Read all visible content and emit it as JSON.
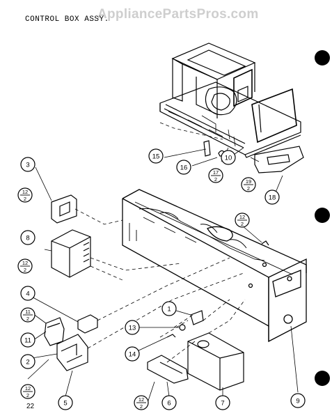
{
  "title": "CONTROL BOX ASSY.",
  "watermark": "AppliancePartsPros.com",
  "page_number": "22",
  "callouts": [
    {
      "id": "c1",
      "label": "1"
    },
    {
      "id": "c2",
      "label": "2"
    },
    {
      "id": "c3",
      "label": "3"
    },
    {
      "id": "c4",
      "label": "4"
    },
    {
      "id": "c5",
      "label": "5"
    },
    {
      "id": "c6",
      "label": "6"
    },
    {
      "id": "c7",
      "label": "7"
    },
    {
      "id": "c8",
      "label": "8"
    },
    {
      "id": "c9",
      "label": "9"
    },
    {
      "id": "c10",
      "label": "10"
    },
    {
      "id": "c11",
      "label": "11"
    },
    {
      "id": "c13",
      "label": "13"
    },
    {
      "id": "c14",
      "label": "14"
    },
    {
      "id": "c15",
      "label": "15"
    },
    {
      "id": "c16",
      "label": "16"
    },
    {
      "id": "c18",
      "label": "18"
    }
  ],
  "fraction_callouts": [
    {
      "id": "f12a",
      "top": "12",
      "bottom": "2"
    },
    {
      "id": "f12b",
      "top": "12",
      "bottom": "2"
    },
    {
      "id": "f12c",
      "top": "12",
      "bottom": "2"
    },
    {
      "id": "f12d",
      "top": "12",
      "bottom": "2"
    },
    {
      "id": "f12e",
      "top": "12",
      "bottom": "2"
    },
    {
      "id": "f11",
      "top": "11",
      "bottom": "2"
    },
    {
      "id": "f17",
      "top": "17",
      "bottom": "2"
    },
    {
      "id": "f19",
      "top": "19",
      "bottom": "2"
    }
  ]
}
